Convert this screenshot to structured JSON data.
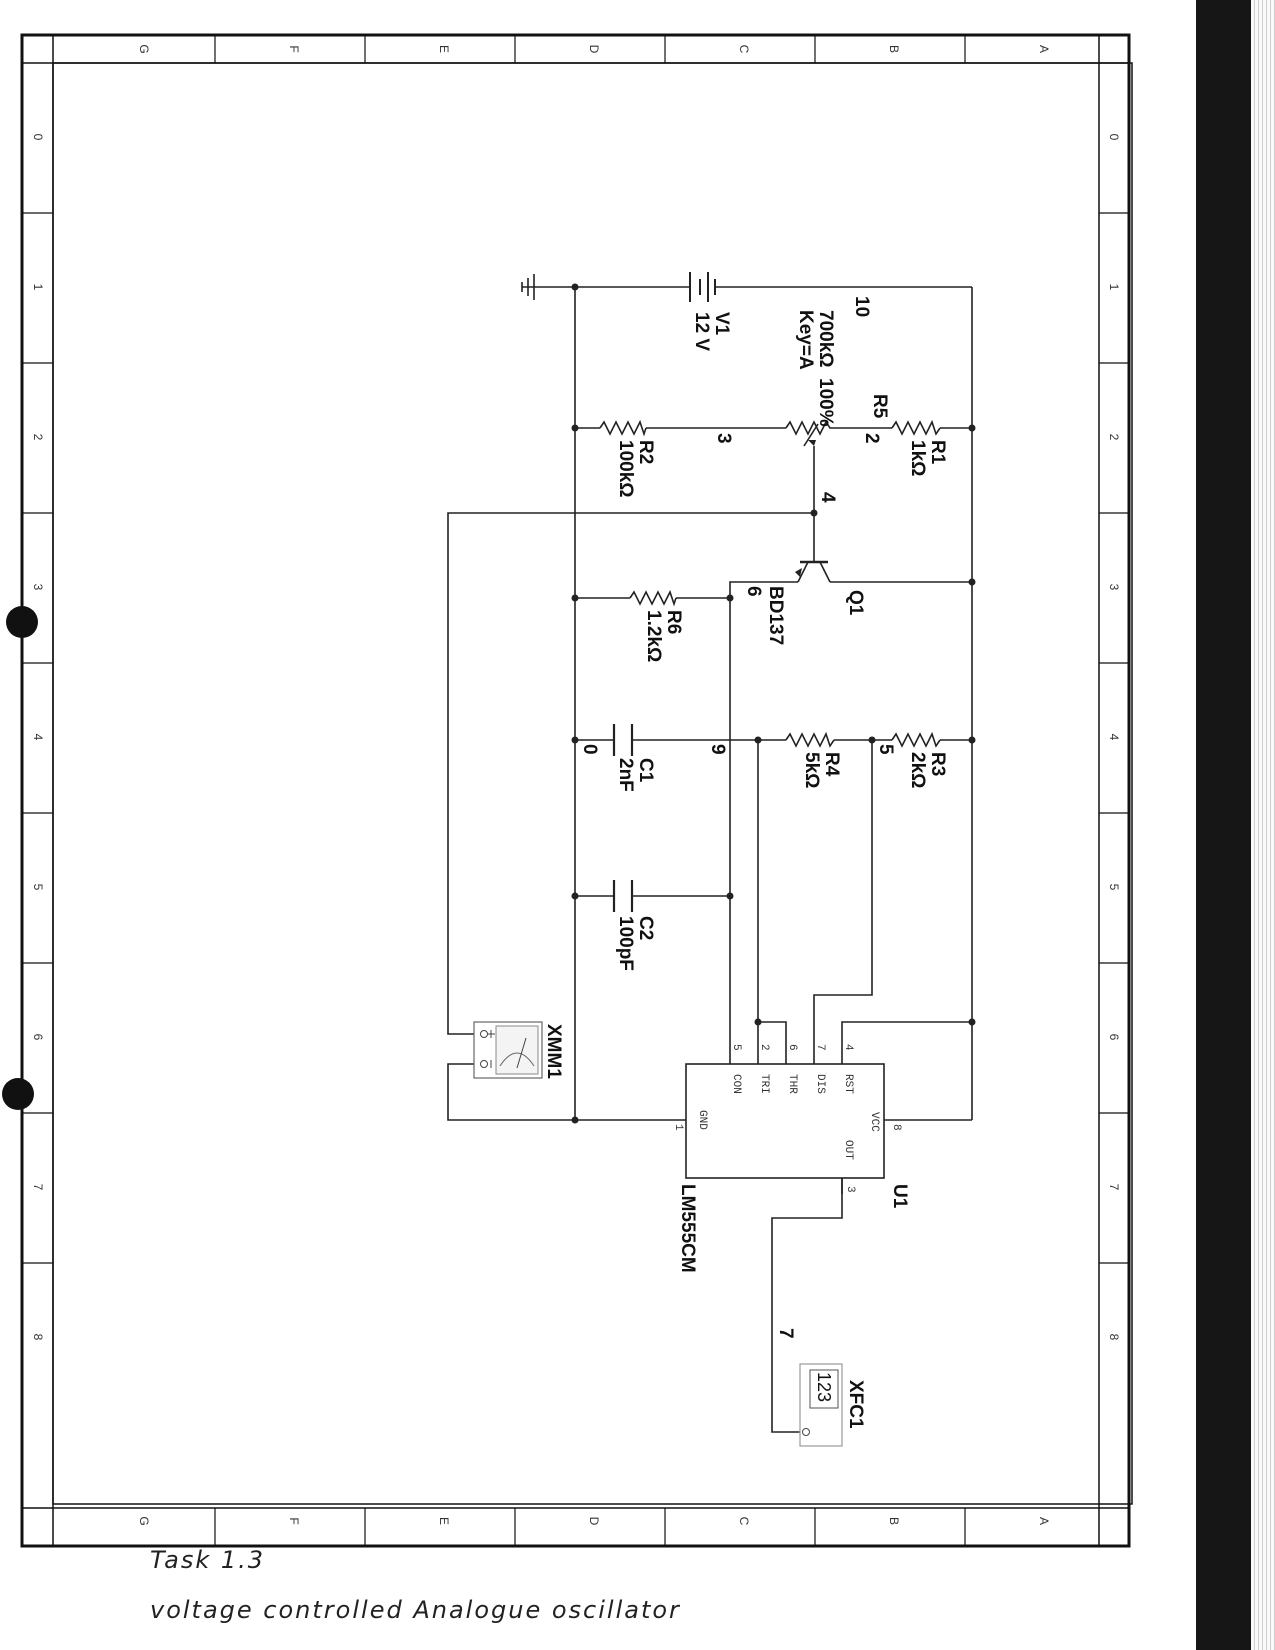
{
  "grid": {
    "columns": [
      "G",
      "F",
      "E",
      "D",
      "C",
      "B",
      "A"
    ],
    "rows": [
      "0",
      "1",
      "2",
      "3",
      "4",
      "5",
      "6",
      "7",
      "8"
    ]
  },
  "components": {
    "v1": {
      "ref": "V1",
      "value": "12 V"
    },
    "r5": {
      "ref": "R5",
      "value": "700kΩ",
      "key": "Key=A",
      "percent": "100%"
    },
    "r1": {
      "ref": "R1",
      "value": "1kΩ"
    },
    "r2": {
      "ref": "R2",
      "value": "100kΩ"
    },
    "q1": {
      "ref": "Q1",
      "model": "BD137"
    },
    "r6": {
      "ref": "R6",
      "value": "1.2kΩ"
    },
    "r3": {
      "ref": "R3",
      "value": "2kΩ"
    },
    "r4": {
      "ref": "R4",
      "value": "5kΩ"
    },
    "c1": {
      "ref": "C1",
      "value": "2nF"
    },
    "c2": {
      "ref": "C2",
      "value": "100pF"
    },
    "u1": {
      "ref": "U1",
      "model": "LM555CM",
      "pins": [
        {
          "num": "4",
          "name": "RST"
        },
        {
          "num": "7",
          "name": "DIS"
        },
        {
          "num": "6",
          "name": "THR"
        },
        {
          "num": "2",
          "name": "TRI"
        },
        {
          "num": "5",
          "name": "CON"
        },
        {
          "num": "8",
          "name": "VCC"
        },
        {
          "num": "3",
          "name": "OUT"
        },
        {
          "num": "1",
          "name": "GND"
        }
      ]
    },
    "xmm1": {
      "ref": "XMM1"
    },
    "xfc1": {
      "ref": "XFC1",
      "display": "123"
    }
  },
  "nets": [
    "10",
    "3",
    "2",
    "4",
    "6",
    "9",
    "0",
    "5",
    "7"
  ],
  "handwritten": {
    "line1": "Task 1.3",
    "line2": "voltage controlled Analogue oscillator"
  }
}
